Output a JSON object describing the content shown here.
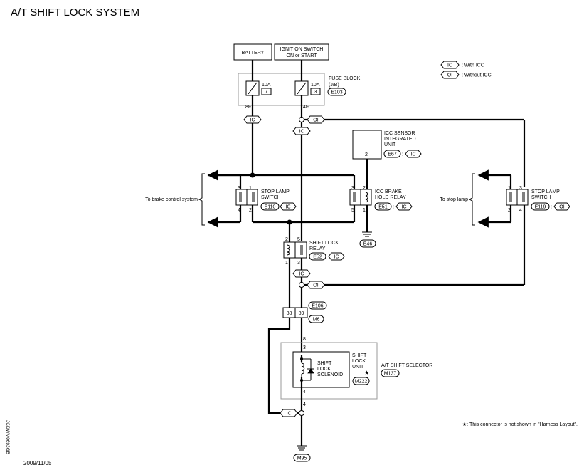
{
  "title": "A/T SHIFT LOCK SYSTEM",
  "power": {
    "battery": "BATTERY",
    "ignition_line1": "IGNITION SWITCH",
    "ignition_line2": "ON or START"
  },
  "fuse_block": {
    "line1": "FUSE BLOCK",
    "line2": "(J/B)",
    "connector": "E103",
    "fuses": [
      {
        "rating": "10A",
        "number": "7",
        "terminal": "8F"
      },
      {
        "rating": "10A",
        "number": "3",
        "terminal": "4F"
      }
    ]
  },
  "legend": [
    {
      "tag": "IC",
      "text": ": With ICC"
    },
    {
      "tag": "OI",
      "text": ": Without ICC"
    }
  ],
  "tags": {
    "ic": "IC",
    "oi": "OI"
  },
  "icc_sensor": {
    "line1": "ICC SENSOR",
    "line2": "INTEGRATED",
    "line3": "UNIT",
    "pin": "2",
    "connector": "E67",
    "sep": ":"
  },
  "stop_lamp_left": {
    "line1": "STOP LAMP",
    "line2": "SWITCH",
    "connector": "E110",
    "pins": [
      "3",
      "1",
      "4",
      "2"
    ],
    "side_note": "To brake control system"
  },
  "icc_relay": {
    "line1": "ICC BRAKE",
    "line2": "HOLD RELAY",
    "connector": "E51",
    "sep": ":",
    "pins": [
      "3",
      "2",
      "5",
      "1"
    ]
  },
  "stop_lamp_right": {
    "line1": "STOP LAMP",
    "line2": "SWITCH",
    "connector": "E119",
    "sep": ":",
    "pins": [
      "1",
      "3",
      "2",
      "4"
    ],
    "side_note": "To stop lamp"
  },
  "shift_lock_relay": {
    "line1": "SHIFT LOCK",
    "line2": "RELAY",
    "connector": "E52",
    "pins": [
      "2",
      "5",
      "1",
      "3"
    ]
  },
  "harness": {
    "pin_left": "88",
    "pin_right": "89",
    "conn_top": "E106",
    "conn_bottom": "M6"
  },
  "selector": {
    "label": "A/T SHIFT SELECTOR",
    "connector": "M137",
    "pins": {
      "in_top": "8",
      "unit_top": "3",
      "unit_bottom": "4",
      "out_bottom": "4"
    },
    "unit_line1": "SHIFT",
    "unit_line2": "LOCK",
    "unit_line3": "UNIT",
    "unit_star": "★",
    "unit_connector": "M222",
    "solenoid_line1": "SHIFT",
    "solenoid_line2": "LOCK",
    "solenoid_line3": "SOLENOID"
  },
  "grounds": {
    "ground1": "E46",
    "ground2": "M95"
  },
  "footnote": "★: This connector is not shown in \"Harness Layout\".",
  "date": "2009/11/05",
  "doc_id": "JCDWM0693GB"
}
